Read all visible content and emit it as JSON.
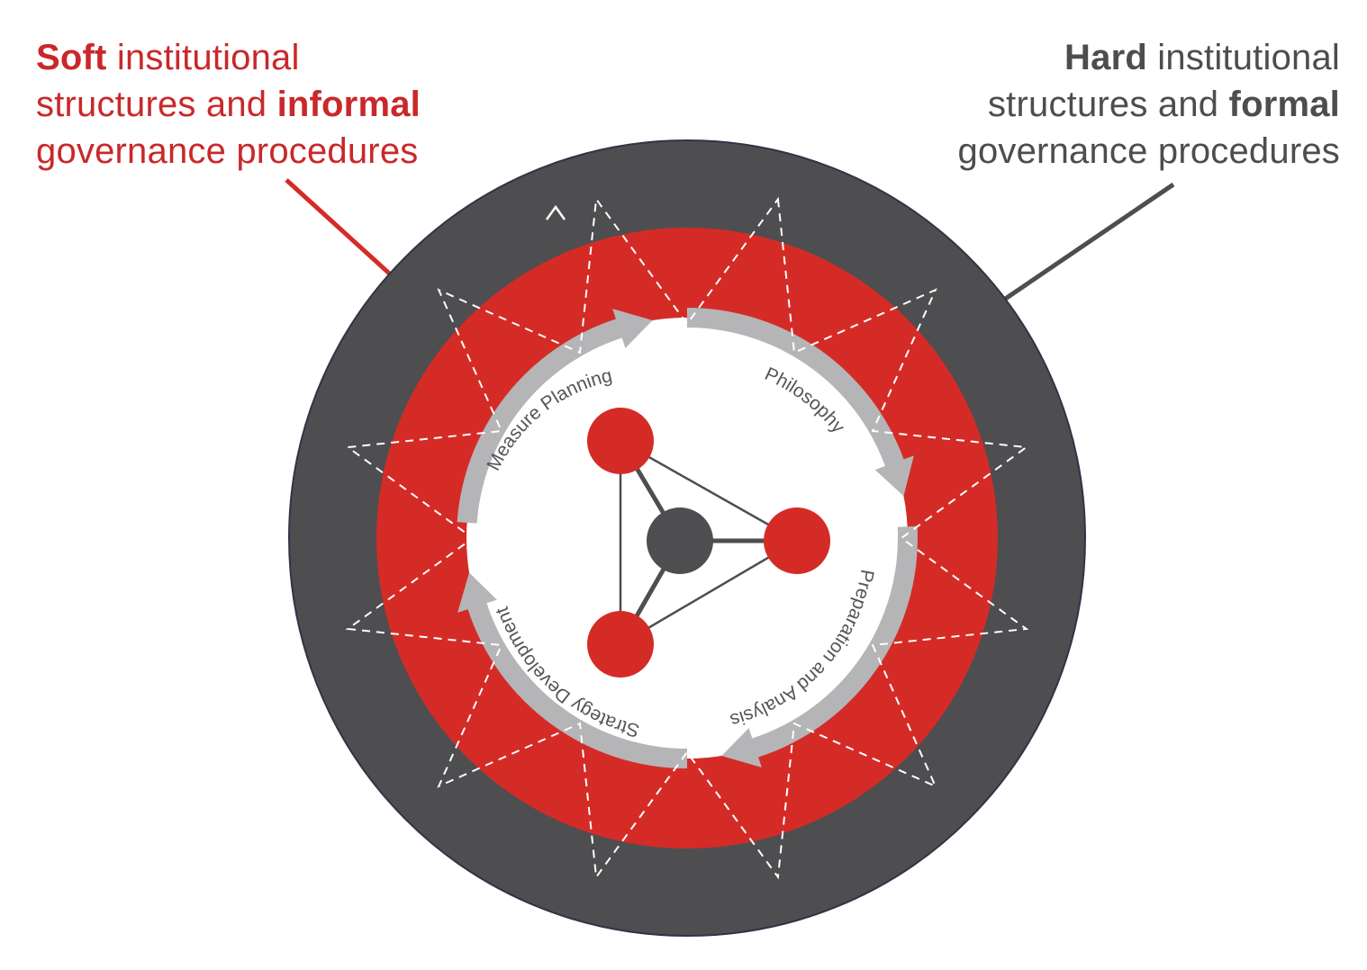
{
  "labels": {
    "soft": {
      "line1_bold": "Soft",
      "line1_rest": " institutional",
      "line2_rest": "structures and ",
      "line2_bold": "informal",
      "line3": "governance procedures"
    },
    "hard": {
      "line1_bold": "Hard",
      "line1_rest": " institutional",
      "line2_rest": "structures and ",
      "line2_bold": "formal",
      "line3": "governance procedures"
    }
  },
  "phases": [
    {
      "name": "phase-measure-planning",
      "label": "Measure Planning"
    },
    {
      "name": "phase-philosophy",
      "label": "Philosophy"
    },
    {
      "name": "phase-preparation-analysis",
      "label": "Preparation and Analysis"
    },
    {
      "name": "phase-strategy-development",
      "label": "Strategy Development"
    }
  ],
  "colors": {
    "red": "#d52b27",
    "dark_gray": "#4e4e50",
    "arrow_gray": "#b5b5b7",
    "outline": "#2f3446",
    "white": "#ffffff"
  }
}
